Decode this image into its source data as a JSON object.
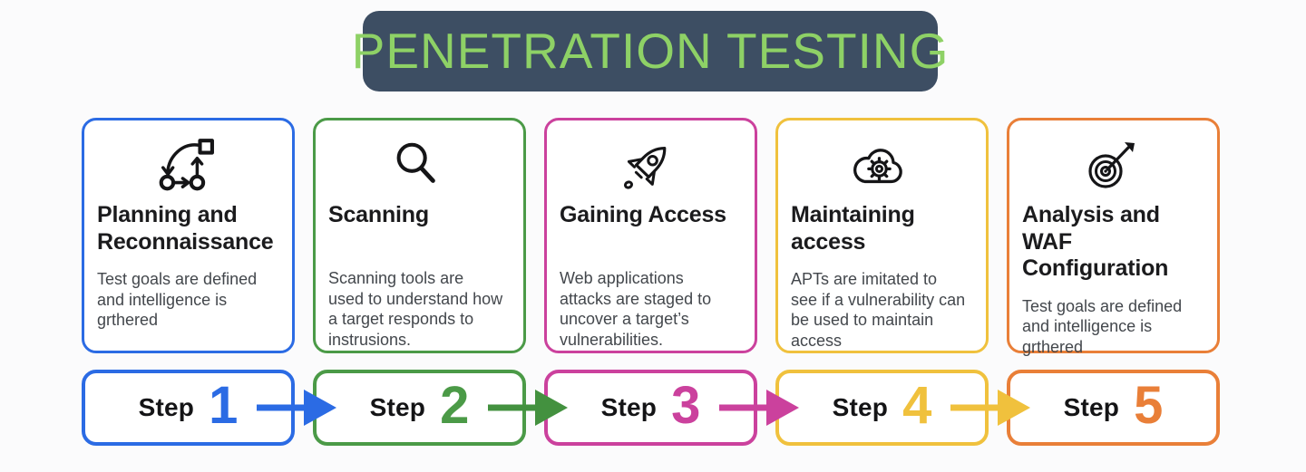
{
  "header": {
    "title": "PENETRATION TESTING",
    "bg_color": "#3d4e63",
    "text_color": "#8ed166"
  },
  "cards": [
    {
      "title": "Planning and Reconnaissance",
      "description": "Test goals are defined and intelligence is grthered",
      "icon": "workflow-plan-icon",
      "accent_color": "#2b6be4"
    },
    {
      "title": "Scanning",
      "description": "Scanning tools are used to understand how a target responds to instrusions.",
      "icon": "magnifier-icon",
      "accent_color": "#4b9a47"
    },
    {
      "title": "Gaining Access",
      "description": "Web applications attacks are staged to uncover a target’s vulnerabilities.",
      "icon": "rocket-icon",
      "accent_color": "#cb419d"
    },
    {
      "title": "Maintaining access",
      "description": "APTs are imitated to see if a vulnerability can be used to maintain access",
      "icon": "cloud-gear-icon",
      "accent_color": "#f0c13d"
    },
    {
      "title": "Analysis and WAF Configuration",
      "description": "Test goals are defined and intelligence is grthered",
      "icon": "target-dart-icon",
      "accent_color": "#e97f38"
    }
  ],
  "steps": [
    {
      "label": "Step",
      "number": "1",
      "accent_color": "#2b6be4"
    },
    {
      "label": "Step",
      "number": "2",
      "accent_color": "#4b9a47"
    },
    {
      "label": "Step",
      "number": "3",
      "accent_color": "#cb419d"
    },
    {
      "label": "Step",
      "number": "4",
      "accent_color": "#f0c13d"
    },
    {
      "label": "Step",
      "number": "5",
      "accent_color": "#e97f38"
    }
  ],
  "arrows": [
    {
      "from": "1",
      "to": "2",
      "color": "#2b6be4"
    },
    {
      "from": "2",
      "to": "3",
      "color": "#43913f"
    },
    {
      "from": "3",
      "to": "4",
      "color": "#cb419d"
    },
    {
      "from": "4",
      "to": "5",
      "color": "#f0c13d"
    }
  ]
}
